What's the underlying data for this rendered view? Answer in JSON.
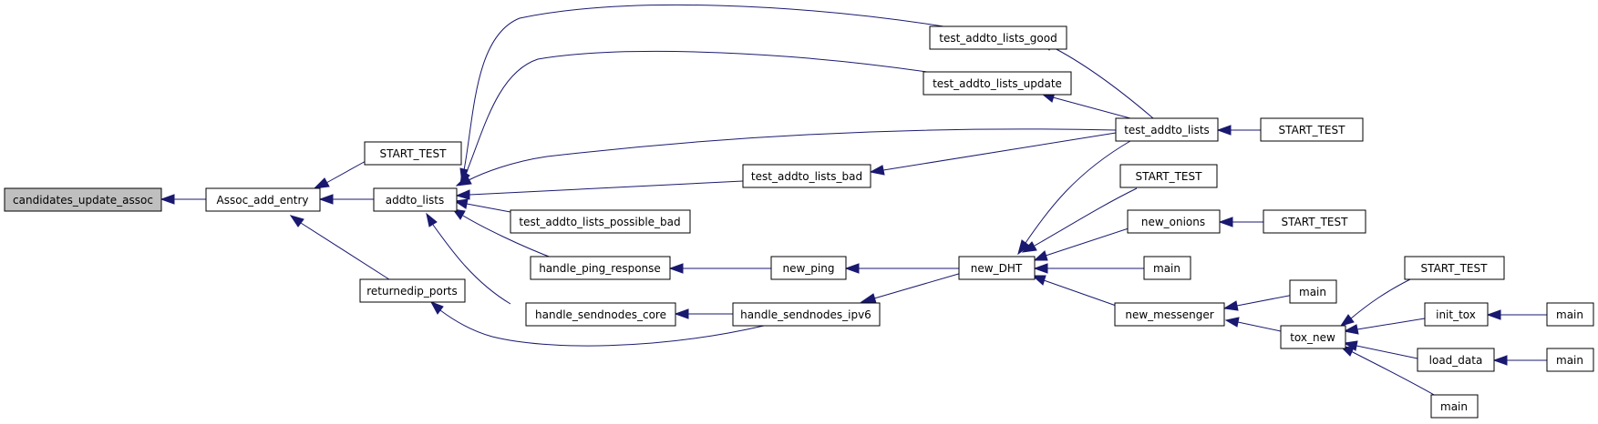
{
  "graph": {
    "nodes": [
      {
        "id": "n0",
        "label": "candidates_update_assoc"
      },
      {
        "id": "n1",
        "label": "Assoc_add_entry"
      },
      {
        "id": "n2",
        "label": "START_TEST"
      },
      {
        "id": "n3",
        "label": "addto_lists"
      },
      {
        "id": "n4",
        "label": "returnedip_ports"
      },
      {
        "id": "n5",
        "label": "test_addto_lists_good"
      },
      {
        "id": "n6",
        "label": "test_addto_lists_update"
      },
      {
        "id": "n7",
        "label": "test_addto_lists"
      },
      {
        "id": "n8",
        "label": "test_addto_lists_bad"
      },
      {
        "id": "n9",
        "label": "test_addto_lists_possible_bad"
      },
      {
        "id": "n10",
        "label": "handle_ping_response"
      },
      {
        "id": "n11",
        "label": "handle_sendnodes_core"
      },
      {
        "id": "n12",
        "label": "new_ping"
      },
      {
        "id": "n13",
        "label": "handle_sendnodes_ipv6"
      },
      {
        "id": "n14",
        "label": "new_DHT"
      },
      {
        "id": "n15",
        "label": "START_TEST"
      },
      {
        "id": "n16",
        "label": "START_TEST"
      },
      {
        "id": "n17",
        "label": "new_onions"
      },
      {
        "id": "n18",
        "label": "START_TEST"
      },
      {
        "id": "n19",
        "label": "main"
      },
      {
        "id": "n20",
        "label": "new_messenger"
      },
      {
        "id": "n21",
        "label": "main"
      },
      {
        "id": "n22",
        "label": "tox_new"
      },
      {
        "id": "n23",
        "label": "START_TEST"
      },
      {
        "id": "n24",
        "label": "init_tox"
      },
      {
        "id": "n25",
        "label": "main"
      },
      {
        "id": "n26",
        "label": "load_data"
      },
      {
        "id": "n27",
        "label": "main"
      },
      {
        "id": "n28",
        "label": "main"
      }
    ]
  }
}
